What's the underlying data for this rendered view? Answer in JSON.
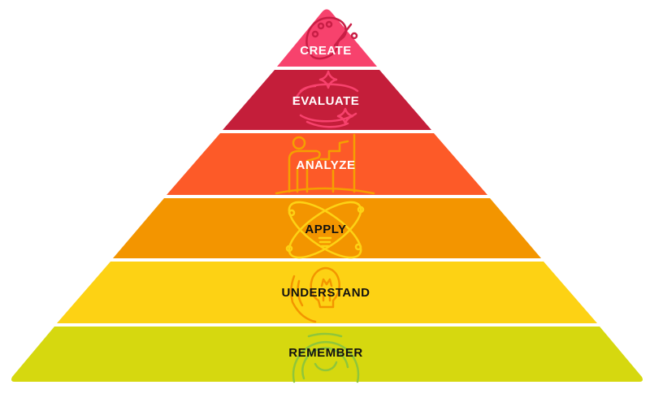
{
  "diagram": {
    "type": "pyramid",
    "title": "",
    "levels": [
      {
        "label": "CREATE",
        "color": "#f7426d",
        "text_color": "#ffffff",
        "icon": "palette-icon",
        "icon_color": "#c81e45"
      },
      {
        "label": "EVALUATE",
        "color": "#c41e3a",
        "text_color": "#ffffff",
        "icon": "sparkle-icon",
        "icon_color": "#f7426d"
      },
      {
        "label": "ANALYZE",
        "color": "#fd5a28",
        "text_color": "#ffffff",
        "icon": "presentation-chart-icon",
        "icon_color": "#f5a000"
      },
      {
        "label": "APPLY",
        "color": "#f39500",
        "text_color": "#111111",
        "icon": "atom-lightbulb-icon",
        "icon_color": "#fdd214"
      },
      {
        "label": "UNDERSTAND",
        "color": "#fdd214",
        "text_color": "#111111",
        "icon": "hand-lightbulb-icon",
        "icon_color": "#f39500"
      },
      {
        "label": "REMEMBER",
        "color": "#d6d80f",
        "text_color": "#111111",
        "icon": "concentric-circles-icon",
        "icon_color": "#8fc63a"
      }
    ]
  }
}
